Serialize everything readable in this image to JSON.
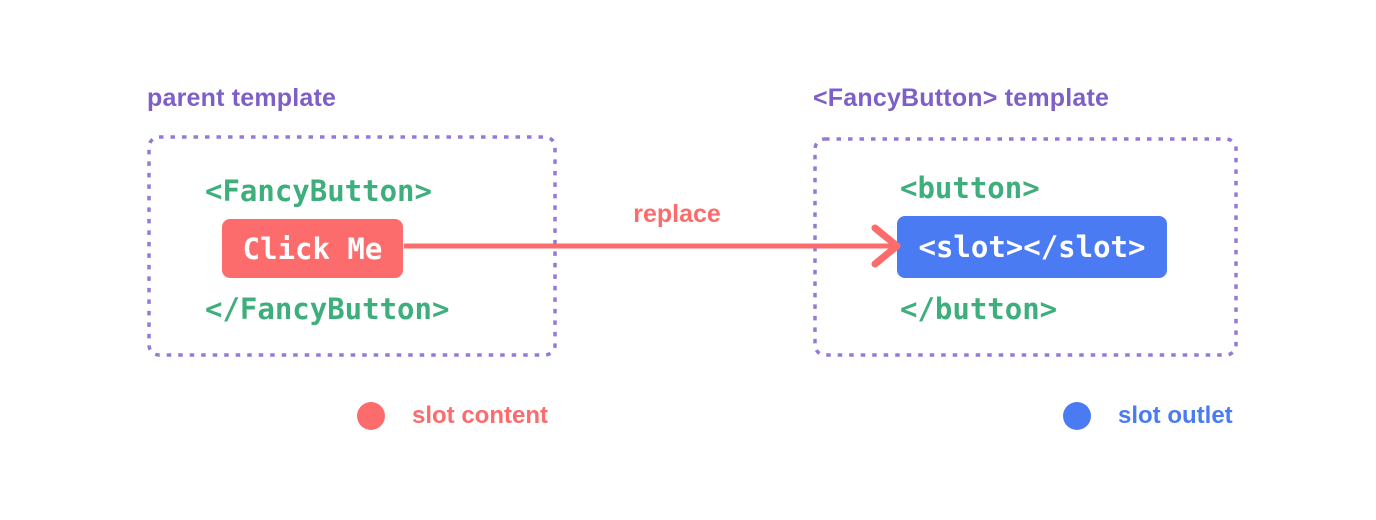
{
  "colors": {
    "bg": "#ffffff",
    "purple": "#7e5fc8",
    "purple_border": "#9678d6",
    "green": "#3eaf7c",
    "red": "#fc6c6c",
    "blue": "#4b7bf2",
    "white": "#ffffff"
  },
  "parent_panel": {
    "title": "parent template",
    "open_tag": "<FancyButton>",
    "button_label": "Click Me",
    "close_tag": "</FancyButton>"
  },
  "component_panel": {
    "title": "<FancyButton> template",
    "open_tag": "<button>",
    "button_label": "<slot></slot>",
    "close_tag": "</button>"
  },
  "arrow": {
    "label": "replace"
  },
  "legend": {
    "items": [
      {
        "label": "slot content",
        "color": "#fc6c6c"
      },
      {
        "label": "slot outlet",
        "color": "#4b7bf2"
      }
    ]
  }
}
